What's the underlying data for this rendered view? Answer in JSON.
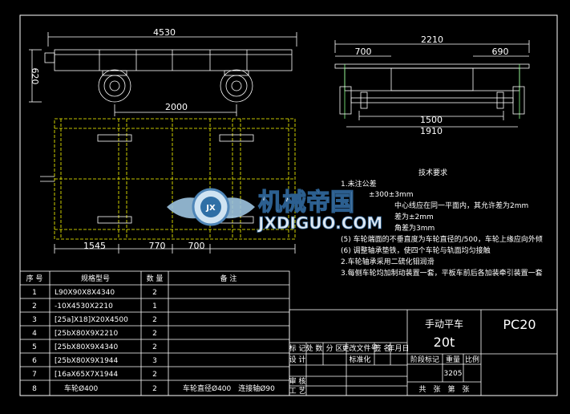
{
  "drawing": {
    "dims_top": {
      "length": "4530",
      "height": "620",
      "wheelbase": "2000"
    },
    "dims_right": {
      "width": "2210",
      "left": "700",
      "right": "690",
      "axle": "1500",
      "overall": "1910"
    },
    "dims_plan": {
      "a": "1545",
      "b": "770",
      "c": "700"
    }
  },
  "tech": {
    "heading": "技术要求",
    "lines": [
      "1.未注公差",
      "±300±3mm",
      "中心线应在同一平面内，其允许差为2mm",
      "差为±2mm",
      "角差为3mm",
      "(5) 车轮端面的不垂直度为车轮直径的/500，车轮上缘应向外倾",
      "(6) 调整轴承垫铁，使四个车轮与轨面均匀接触",
      "2.车轮轴承采用二硫化钼润滑",
      "3.每侧车轮均加制动装置一套，平板车前后各加装牵引装置一套"
    ]
  },
  "watermark": {
    "brand": "机械帝国",
    "url": "JXDIGUO.COM",
    "badge": "JX"
  },
  "bom": {
    "headers": [
      "序 号",
      "规格型号",
      "数 量",
      "备 注"
    ],
    "rows": [
      {
        "no": "1",
        "spec": "L90X90X8X4340",
        "qty": "2",
        "note": ""
      },
      {
        "no": "2",
        "spec": "-10X4530X2210",
        "qty": "1",
        "note": ""
      },
      {
        "no": "3",
        "spec": "[25a]X18]X20X4500",
        "qty": "2",
        "note": ""
      },
      {
        "no": "4",
        "spec": "[25bX80X9X2210",
        "qty": "2",
        "note": ""
      },
      {
        "no": "5",
        "spec": "[25bX80X9X4340",
        "qty": "2",
        "note": ""
      },
      {
        "no": "6",
        "spec": "[25bX80X9X1944",
        "qty": "3",
        "note": ""
      },
      {
        "no": "7",
        "spec": "[16aX65X7X1944",
        "qty": "2",
        "note": ""
      },
      {
        "no": "8",
        "spec": "车轮Ø400",
        "qty": "2",
        "note": "车轮直径Ø400　连接轴Ø90"
      }
    ]
  },
  "title_block": {
    "name": "手动平车",
    "capacity": "20t",
    "code": "PC20",
    "labels": {
      "stage": "阶段标记",
      "weight": "重量",
      "scale": "比例",
      "weight_val": "3205",
      "design": "设 计",
      "standard": "标准化",
      "review": "审 核",
      "process": "工 艺",
      "sheet": "共　张　第　张",
      "mark": "标 记",
      "count": "处 数",
      "zone": "分 区",
      "doc": "更改文件号",
      "sign": "签 名",
      "date": "年月日"
    }
  }
}
